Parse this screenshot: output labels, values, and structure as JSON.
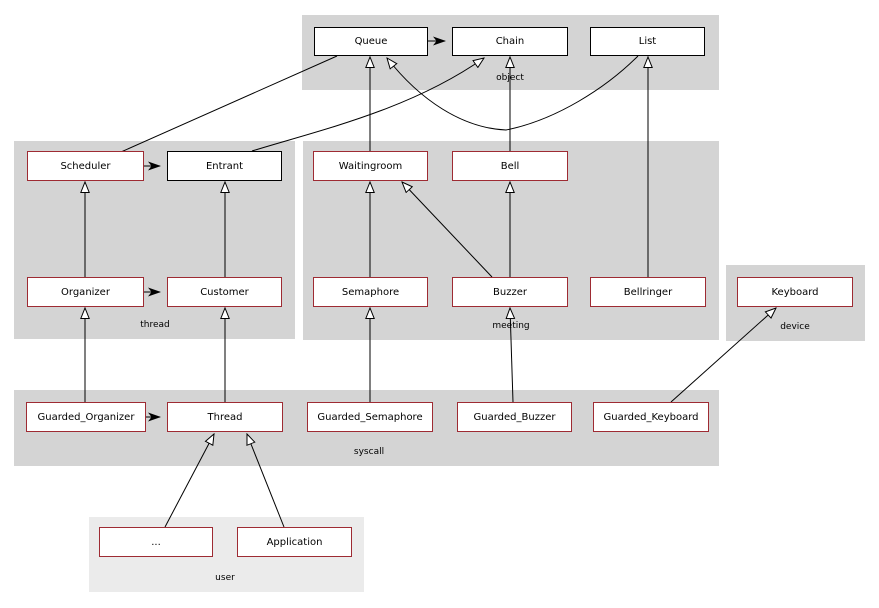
{
  "diagram": {
    "title": "class hierarchy diagram",
    "colors": {
      "cluster_fill": "#d4d4d4",
      "user_cluster_fill": "#ebebeb",
      "node_border_red": "#9e2b33",
      "node_border_black": "#000000",
      "node_fill": "#ffffff",
      "edge_stroke": "#000000"
    },
    "clusters": {
      "object": {
        "label": "object"
      },
      "thread": {
        "label": "thread"
      },
      "meeting": {
        "label": "meeting"
      },
      "device": {
        "label": "device"
      },
      "syscall": {
        "label": "syscall"
      },
      "user": {
        "label": "user"
      }
    },
    "nodes": {
      "queue": {
        "label": "Queue",
        "cluster": "object"
      },
      "chain": {
        "label": "Chain",
        "cluster": "object"
      },
      "list": {
        "label": "List",
        "cluster": "object"
      },
      "scheduler": {
        "label": "Scheduler",
        "cluster": "thread"
      },
      "entrant": {
        "label": "Entrant",
        "cluster": "thread"
      },
      "organizer": {
        "label": "Organizer",
        "cluster": "thread"
      },
      "customer": {
        "label": "Customer",
        "cluster": "thread"
      },
      "waitingroom": {
        "label": "Waitingroom",
        "cluster": "meeting"
      },
      "bell": {
        "label": "Bell",
        "cluster": "meeting"
      },
      "semaphore": {
        "label": "Semaphore",
        "cluster": "meeting"
      },
      "buzzer": {
        "label": "Buzzer",
        "cluster": "meeting"
      },
      "bellringer": {
        "label": "Bellringer",
        "cluster": "meeting"
      },
      "keyboard": {
        "label": "Keyboard",
        "cluster": "device"
      },
      "guarded_organizer": {
        "label": "Guarded_Organizer",
        "cluster": "syscall"
      },
      "thread": {
        "label": "Thread",
        "cluster": "syscall"
      },
      "guarded_semaphore": {
        "label": "Guarded_Semaphore",
        "cluster": "syscall"
      },
      "guarded_buzzer": {
        "label": "Guarded_Buzzer",
        "cluster": "syscall"
      },
      "guarded_keyboard": {
        "label": "Guarded_Keyboard",
        "cluster": "syscall"
      },
      "ellipsis": {
        "label": "...",
        "cluster": "user"
      },
      "application": {
        "label": "Application",
        "cluster": "user"
      }
    },
    "edges": [
      {
        "from": "queue",
        "to": "chain",
        "type": "association"
      },
      {
        "from": "scheduler",
        "to": "entrant",
        "type": "association"
      },
      {
        "from": "organizer",
        "to": "customer",
        "type": "association"
      },
      {
        "from": "guarded_organizer",
        "to": "thread",
        "type": "association"
      },
      {
        "from": "scheduler",
        "to": "queue",
        "type": "plain"
      },
      {
        "from": "waitingroom",
        "to": "queue",
        "type": "inheritance"
      },
      {
        "from": "list",
        "to": "queue",
        "type": "inheritance"
      },
      {
        "from": "entrant",
        "to": "chain",
        "type": "inheritance"
      },
      {
        "from": "bell",
        "to": "chain",
        "type": "inheritance"
      },
      {
        "from": "bellringer",
        "to": "list",
        "type": "inheritance"
      },
      {
        "from": "organizer",
        "to": "scheduler",
        "type": "inheritance"
      },
      {
        "from": "customer",
        "to": "entrant",
        "type": "inheritance"
      },
      {
        "from": "semaphore",
        "to": "waitingroom",
        "type": "inheritance"
      },
      {
        "from": "buzzer",
        "to": "waitingroom",
        "type": "inheritance"
      },
      {
        "from": "buzzer",
        "to": "bell",
        "type": "inheritance"
      },
      {
        "from": "guarded_organizer",
        "to": "organizer",
        "type": "inheritance"
      },
      {
        "from": "thread",
        "to": "customer",
        "type": "inheritance"
      },
      {
        "from": "guarded_semaphore",
        "to": "semaphore",
        "type": "inheritance"
      },
      {
        "from": "guarded_buzzer",
        "to": "buzzer",
        "type": "inheritance"
      },
      {
        "from": "guarded_keyboard",
        "to": "keyboard",
        "type": "inheritance"
      },
      {
        "from": "ellipsis",
        "to": "thread",
        "type": "inheritance"
      },
      {
        "from": "application",
        "to": "thread",
        "type": "inheritance"
      }
    ]
  }
}
